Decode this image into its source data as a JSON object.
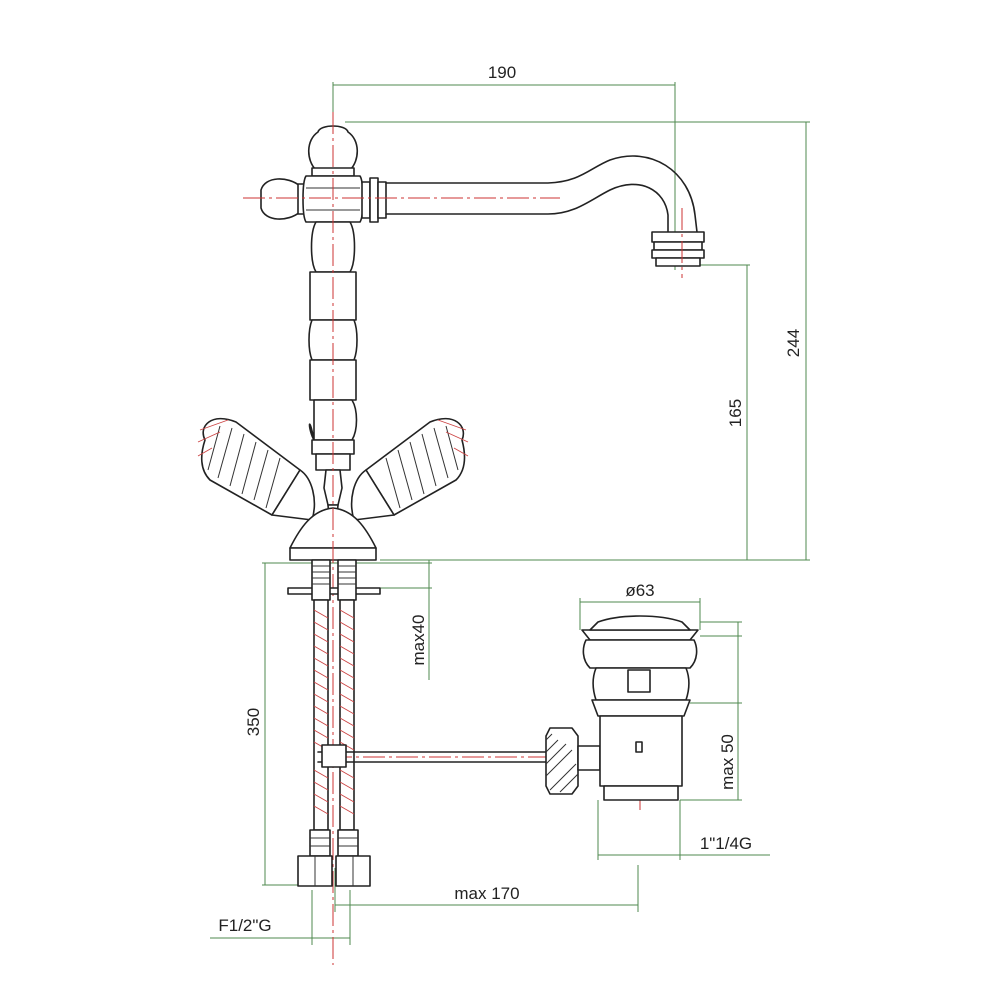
{
  "colors": {
    "outline": "#222222",
    "dimension_line": "#4f8a4f",
    "center_line": "#cc3333"
  },
  "dimensions": {
    "spout_reach": "190",
    "total_height": "244",
    "spout_height": "165",
    "waste_diameter": "ø63",
    "max_deck_thickness": "max40",
    "hose_length": "350",
    "waste_length": "max 50",
    "waste_thread": "1\"1/4G",
    "waste_distance": "max 170",
    "inlet_thread": "F1/2\"G"
  }
}
